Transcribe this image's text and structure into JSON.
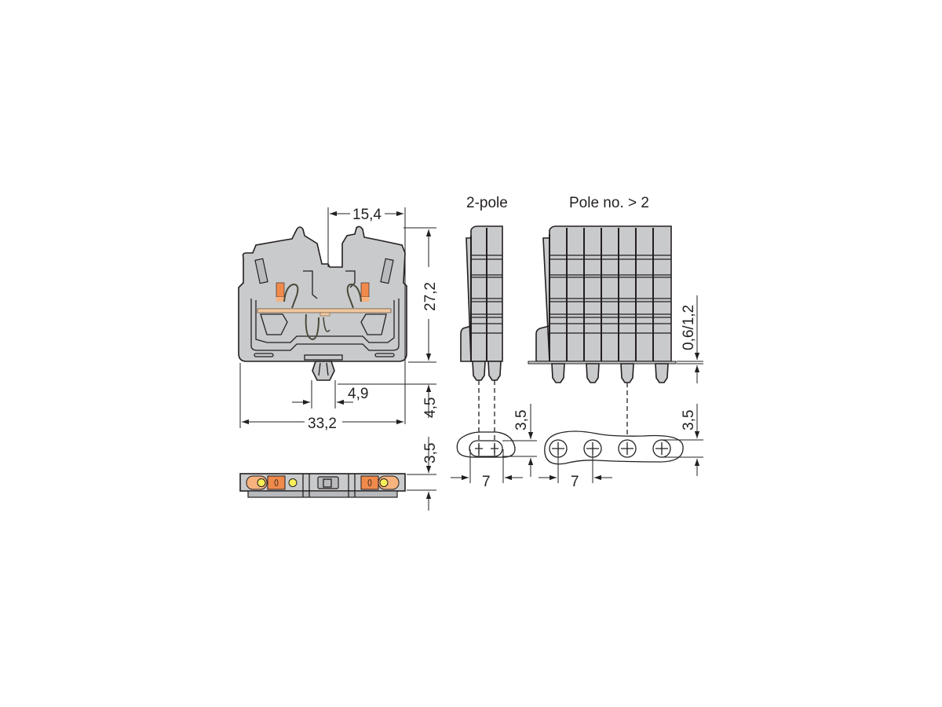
{
  "views": {
    "front": {
      "dimensions": {
        "top_width": "15,4",
        "height": "27,2",
        "pin_offset": "4,9",
        "pin_length": "4,5",
        "total_width": "33,2"
      }
    },
    "bottom": {
      "dimensions": {
        "thickness": "3,5"
      }
    },
    "two_pole": {
      "title": "2-pole",
      "footprint": {
        "pitch": "7",
        "row_offset": "3,5"
      }
    },
    "multi_pole": {
      "title": "Pole no. > 2",
      "pole_count_drawn": 7,
      "pin_count_drawn": 4,
      "dimensions": {
        "standoff": "0,6/1,2"
      },
      "footprint": {
        "pitch": "7",
        "row_offset": "3,5"
      }
    }
  },
  "colors": {
    "housing": "#c9cacc",
    "outline": "#231f20",
    "actuator": "#f08a4b",
    "actuator_light": "#f7b27e",
    "busbar": "#f3c9a0",
    "led": "#f7ee5a"
  }
}
